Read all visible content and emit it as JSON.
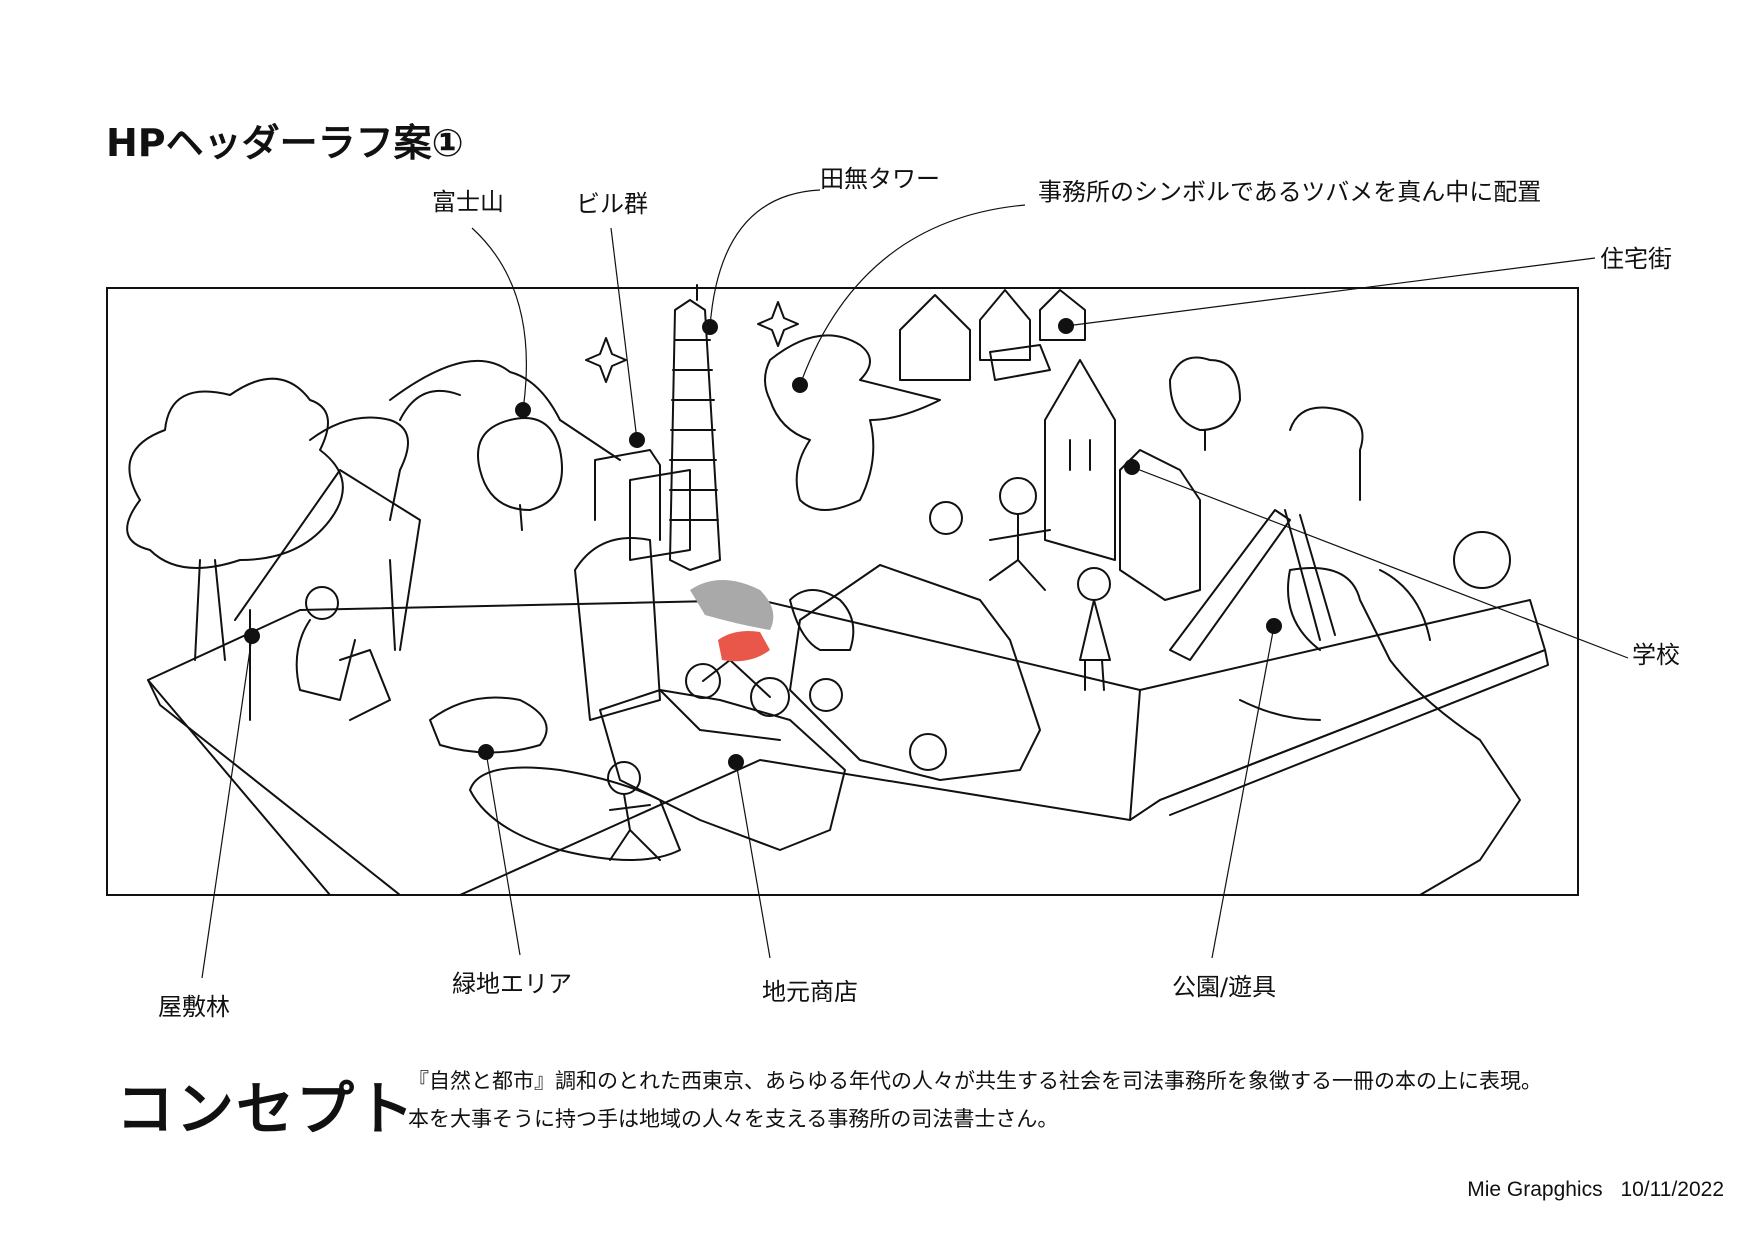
{
  "title": "HPヘッダーラフ案①",
  "callouts": {
    "fuji": "富士山",
    "buildings": "ビル群",
    "tanashi_tower": "田無タワー",
    "swallow": "事務所のシンボルであるツバメを真ん中に配置",
    "residential": "住宅街",
    "school": "学校",
    "yashikirin": "屋敷林",
    "green_area": "緑地エリア",
    "local_shops": "地元商店",
    "park": "公園/遊具"
  },
  "concept": {
    "heading": "コンセプト",
    "line1": "『自然と都市』調和のとれた西東京、あらゆる年代の人々が共生する社会を司法事務所を象徴する一冊の本の上に表現。",
    "line2": "本を大事そうに持つ手は地域の人々を支える事務所の司法書士さん。"
  },
  "footer": {
    "credit": "Mie Grapghics",
    "date": "10/11/2022"
  },
  "colors": {
    "ink": "#111111",
    "accent_red": "#e8574a",
    "hair_gray": "#a9a9a9"
  }
}
